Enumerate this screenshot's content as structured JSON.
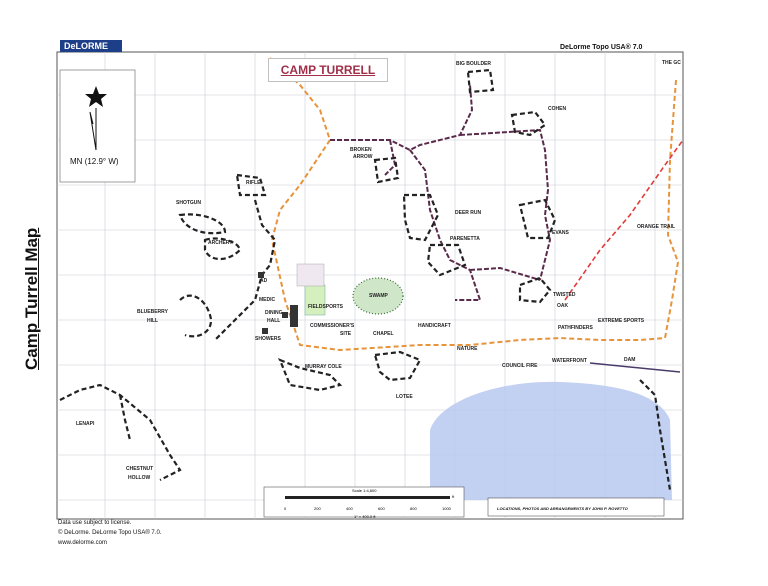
{
  "side_title": "Camp Turrell Map",
  "logo": "DeLORME",
  "product": "DeLorme Topo USA® 7.0",
  "map_title": "CAMP TURRELL",
  "north_label": "MN (12.9° W)",
  "footer": {
    "line1": "Data use subject to license.",
    "line2": "© DeLorme. DeLorme Topo USA® 7.0.",
    "line3": "www.delorme.com"
  },
  "scale": {
    "title": "Scale 1:4,800",
    "note": "1\" = 400.0 ft",
    "ticks": [
      "0",
      "200",
      "400",
      "600",
      "800",
      "1000"
    ],
    "unit": "ft"
  },
  "credit": "LOCATIONS, PHOTOS AND ARRANGEMENTS BY JOHN P. ROVETTO",
  "labels": {
    "big_boulder": "BIG BOULDER",
    "the_gc": "THE GC",
    "cohen": "COHEN",
    "broken_arrow_1": "BROKEN",
    "broken_arrow_2": "ARROW",
    "rifle": "RIFLE",
    "shotgun": "SHOTGUN",
    "deer_run": "DEER RUN",
    "evans": "EVANS",
    "orange_trail": "ORANGE TRAIL",
    "archery": "ARCHERY",
    "parenetta": "PARENETTA",
    "ad": "AD",
    "medic": "MEDIC",
    "swamp": "SWAMP",
    "twisted": "TWISTED",
    "oak": "OAK",
    "fieldsports": "FIELDSPORTS",
    "blueberry": "BLUEBERRY",
    "hill": "HILL",
    "dining": "DINING",
    "hall": "HALL",
    "extreme_sports": "EXTREME SPORTS",
    "commissioners": "COMMISSIONER'S",
    "site": "SITE",
    "handicraft": "HANDICRAFT",
    "pathfinders": "PATHFINDERS",
    "chapel": "CHAPEL",
    "showers": "SHOWERS",
    "nature": "NATURE",
    "dam": "DAM",
    "murray_cole": "MURRAY COLE",
    "council_fire": "COUNCIL FIRE",
    "waterfront": "WATERFRONT",
    "lotee": "LOTEE",
    "lenapi": "LENAPI",
    "chestnut": "CHESTNUT",
    "hollow": "HOLLOW"
  }
}
